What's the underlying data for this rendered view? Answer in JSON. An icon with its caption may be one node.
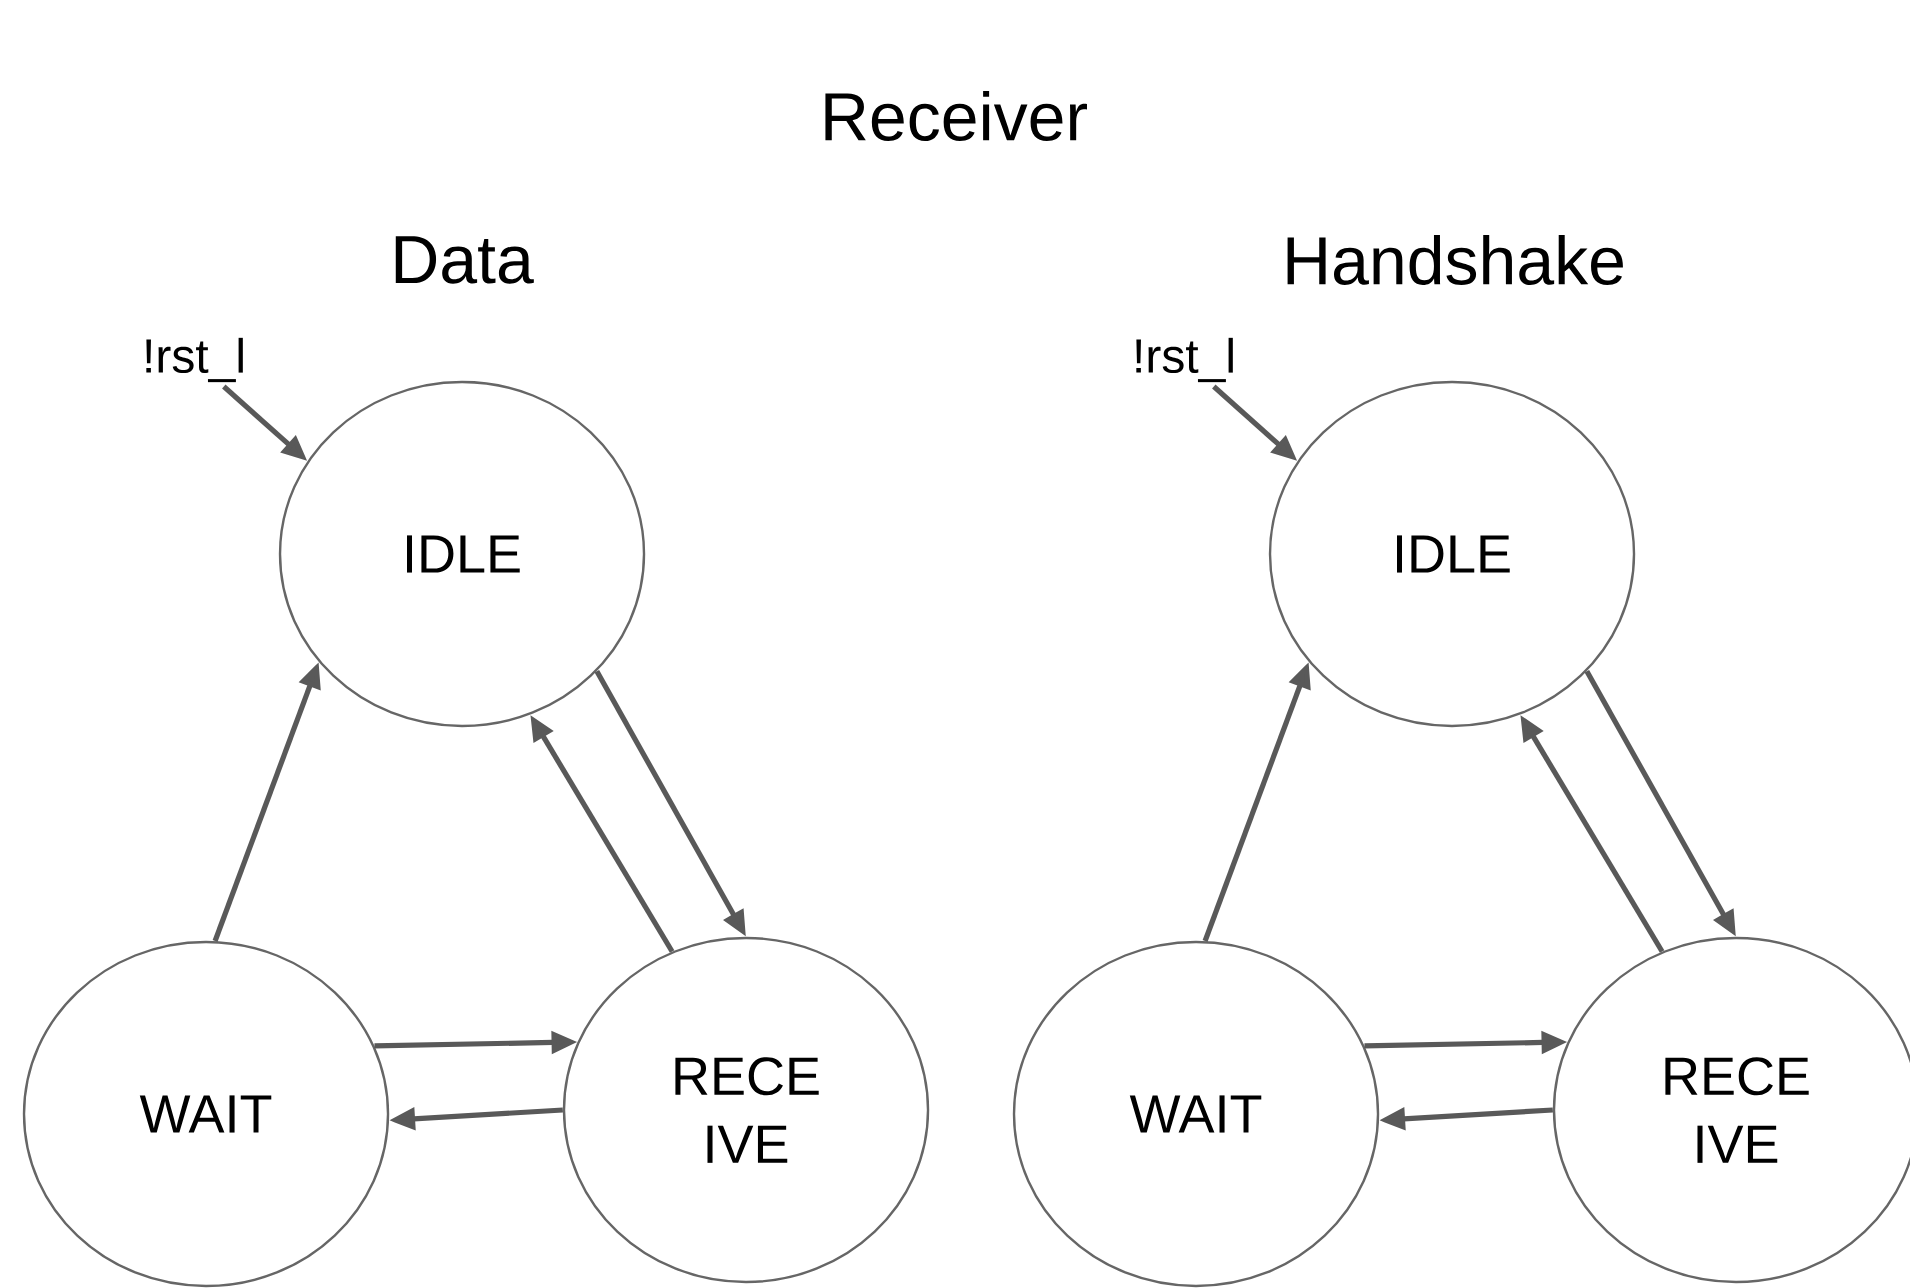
{
  "diagram": {
    "title": "Receiver",
    "nodes": [
      {
        "text": [
          "!rst_l"
        ]
      },
      {
        "text": [
          "IDLE"
        ]
      },
      {
        "text": [
          "WAIT"
        ]
      },
      {
        "text": [
          "RECE IVE"
        ]
      },
      {
        "text": [
          "!rst_l"
        ]
      },
      {
        "text": [
          "IDLE"
        ]
      },
      {
        "text": [
          "WAIT"
        ]
      },
      {
        "text": [
          "RECE IVE"
        ]
      }
    ],
    "edges": [
      {
        "from": 0,
        "to": 1,
        "arrow": "to"
      },
      {
        "from": 2,
        "to": 1,
        "arrow": "to"
      },
      {
        "from": 1,
        "to": 3,
        "arrow": "to"
      },
      {
        "from": 3,
        "to": 1,
        "arrow": "to"
      },
      {
        "from": 2,
        "to": 3,
        "arrow": "to"
      },
      {
        "from": 3,
        "to": 2,
        "arrow": "to"
      },
      {
        "from": 4,
        "to": 5,
        "arrow": "to"
      },
      {
        "from": 6,
        "to": 5,
        "arrow": "to"
      },
      {
        "from": 5,
        "to": 7,
        "arrow": "to"
      },
      {
        "from": 7,
        "to": 5,
        "arrow": "to"
      },
      {
        "from": 6,
        "to": 7,
        "arrow": "to"
      },
      {
        "from": 7,
        "to": 6,
        "arrow": "to"
      }
    ],
    "labels": [
      "Data",
      "Handshake"
    ]
  }
}
